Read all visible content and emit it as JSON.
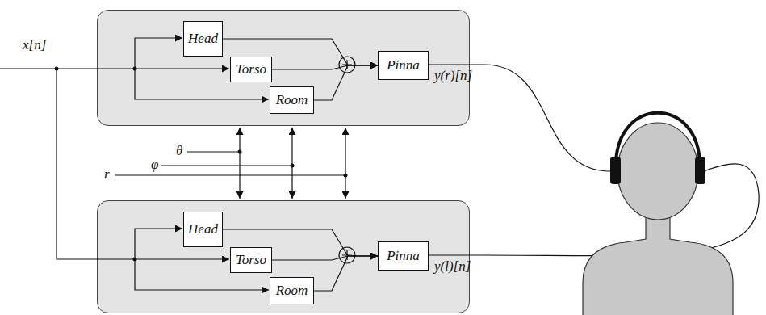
{
  "diagram": {
    "nodes": [
      {
        "text": []
      },
      {
        "text": [
          "Head"
        ],
        "in": 0
      },
      {
        "text": [
          "Torso"
        ],
        "in": 0
      },
      {
        "text": [
          "Room"
        ],
        "in": 0
      },
      {
        "text": [
          "Pinna"
        ],
        "in": 0
      },
      {
        "text": []
      },
      {
        "text": [
          "Head"
        ],
        "in": 5
      },
      {
        "text": [
          "Torso"
        ],
        "in": 5
      },
      {
        "text": [
          "Room"
        ],
        "in": 5
      },
      {
        "text": [
          "Pinna"
        ],
        "in": 5
      }
    ],
    "edges": [
      {
        "from": 1,
        "to": 4,
        "arrow": "to"
      },
      {
        "from": 2,
        "to": 4,
        "arrow": "to"
      },
      {
        "from": 3,
        "to": 4,
        "arrow": "to"
      },
      {
        "from": 6,
        "to": 9,
        "arrow": "to"
      },
      {
        "from": 7,
        "to": 9,
        "arrow": "to"
      },
      {
        "from": 8,
        "to": 9,
        "arrow": "to"
      }
    ],
    "labels": [
      "x[n]",
      "θ",
      "φ",
      "r",
      "y(r)[n]",
      "y(l)[n]"
    ]
  }
}
